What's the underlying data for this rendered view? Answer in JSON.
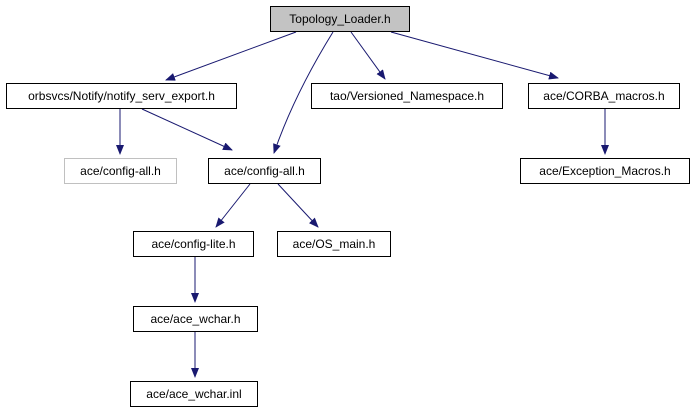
{
  "diagram": {
    "type": "include-dependency-graph",
    "colors": {
      "edge": "#191970",
      "node_fill": "#ffffff",
      "root_node_fill": "#c3c3c3",
      "node_border": "#000000",
      "duplicate_node_border": "#c0c0c0",
      "background": "#ffffff"
    },
    "nodes": {
      "topology_loader": {
        "label": "Topology_Loader.h"
      },
      "notify_serv_export": {
        "label": "orbsvcs/Notify/notify_serv_export.h"
      },
      "versioned_namespace": {
        "label": "tao/Versioned_Namespace.h"
      },
      "corba_macros": {
        "label": "ace/CORBA_macros.h"
      },
      "config_all_dup": {
        "label": "ace/config-all.h"
      },
      "config_all": {
        "label": "ace/config-all.h"
      },
      "exception_macros": {
        "label": "ace/Exception_Macros.h"
      },
      "config_lite": {
        "label": "ace/config-lite.h"
      },
      "os_main": {
        "label": "ace/OS_main.h"
      },
      "ace_wchar_h": {
        "label": "ace/ace_wchar.h"
      },
      "ace_wchar_inl": {
        "label": "ace/ace_wchar.inl"
      }
    },
    "edges": [
      {
        "from": "topology_loader",
        "to": "notify_serv_export"
      },
      {
        "from": "topology_loader",
        "to": "versioned_namespace"
      },
      {
        "from": "topology_loader",
        "to": "corba_macros"
      },
      {
        "from": "topology_loader",
        "to": "config_all"
      },
      {
        "from": "notify_serv_export",
        "to": "config_all_dup"
      },
      {
        "from": "notify_serv_export",
        "to": "config_all"
      },
      {
        "from": "corba_macros",
        "to": "exception_macros"
      },
      {
        "from": "config_all",
        "to": "config_lite"
      },
      {
        "from": "config_all",
        "to": "os_main"
      },
      {
        "from": "config_lite",
        "to": "ace_wchar_h"
      },
      {
        "from": "ace_wchar_h",
        "to": "ace_wchar_inl"
      }
    ]
  }
}
